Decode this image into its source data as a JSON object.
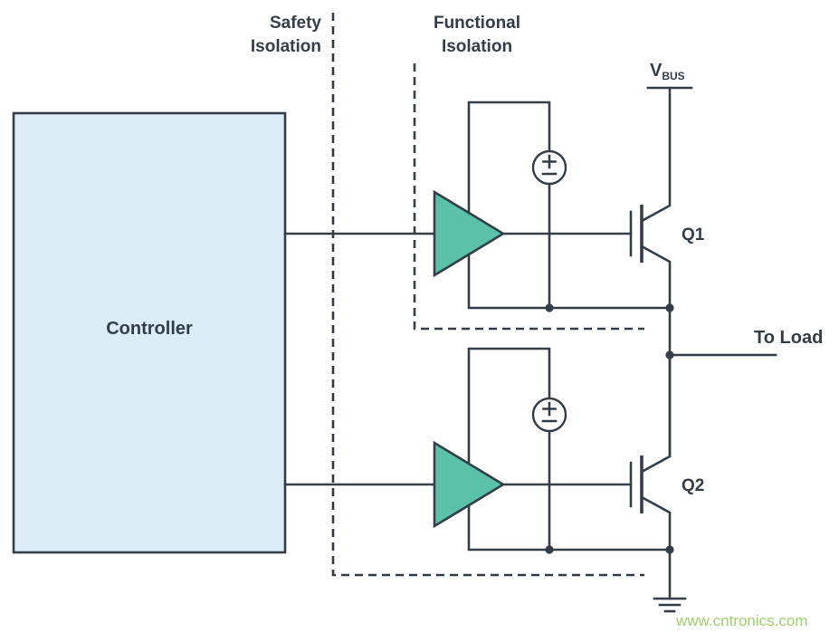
{
  "diagram": {
    "title_implied": "Isolated half-bridge gate drive diagram",
    "labels": {
      "safety_isolation_line1": "Safety",
      "safety_isolation_line2": "Isolation",
      "functional_isolation_line1": "Functional",
      "functional_isolation_line2": "Isolation",
      "controller": "Controller",
      "vbus_main": "V",
      "vbus_sub": "BUS",
      "q1": "Q1",
      "q2": "Q2",
      "to_load": "To Load"
    },
    "watermark": "www.cntronics.com",
    "colors": {
      "line": "#333e48",
      "controller_fill": "#dcedf7",
      "gate_driver_fill": "#5cc2a7",
      "watermark_green": "#8fc852",
      "background": "#ffffff"
    }
  }
}
